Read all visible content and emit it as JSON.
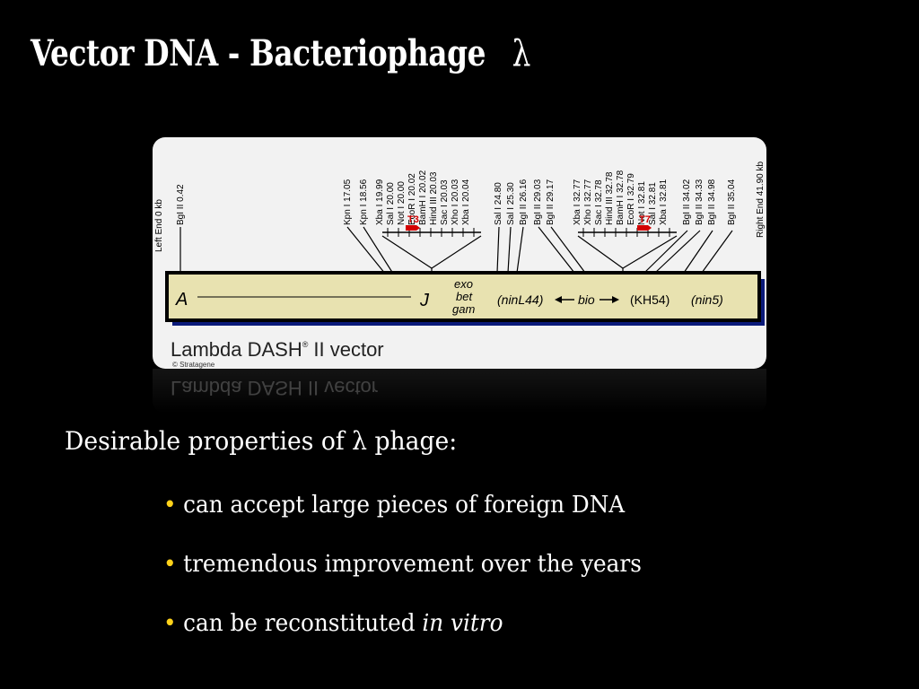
{
  "slide": {
    "title": "Vector DNA - Bacteriophage",
    "title_symbol": "λ",
    "subheading": "Desirable properties of λ phage:",
    "bullets": [
      {
        "text": "can accept large pieces of foreign DNA",
        "emphasis": ""
      },
      {
        "text": "tremendous improvement over the years",
        "emphasis": ""
      },
      {
        "text": "can be reconstituted ",
        "emphasis": "in vitro"
      }
    ],
    "bullet_color": "#ffd21a"
  },
  "diagram": {
    "caption": "Lambda DASH",
    "caption_mark": "®",
    "caption_suffix": "II vector",
    "copyright": "© Stratagene",
    "left_end": "Left End 0 kb",
    "right_end": "Right End 41.90 kb",
    "sites": [
      "BgI II 0.42",
      "Kpn I 17.05",
      "Kpn I 18.56",
      "Xba I 19.99",
      "Sal I 20.00",
      "Not I 20.00",
      "EcoR I 20.02",
      "BamH I 20.02",
      "Hind III 20.03",
      "Sac I 20.03",
      "Xho I 20.03",
      "Xba I 20.04",
      "Sal I 24.80",
      "Sal I 25.30",
      "BgI II 26.16",
      "BgI II 29.03",
      "BgI II 29.17",
      "Xba I 32.77",
      "Xho I 32.77",
      "Sac I 32.78",
      "Hind III 32.78",
      "BamH I 32.78",
      "EcoR I 32.79",
      "Not I 32.81",
      "Sal I 32.81",
      "Xba I 32.81",
      "BgI II 34.02",
      "BgI II 34.33",
      "BgI II 34.98",
      "BgI II 35.04"
    ],
    "promoters": [
      "T3",
      "T7"
    ],
    "genes": {
      "A": "A",
      "J": "J",
      "exo": "exo",
      "bet": "bet",
      "gam": "gam",
      "ninL44": "(ninL44)",
      "bio": "bio",
      "kh54": "(KH54)",
      "nin5": "(nin5)"
    },
    "colors": {
      "panel": "#f2f2f2",
      "bar_fill": "#e8e2b0",
      "bar_shadow": "#0a1a7a",
      "promoter": "#d40000"
    }
  }
}
